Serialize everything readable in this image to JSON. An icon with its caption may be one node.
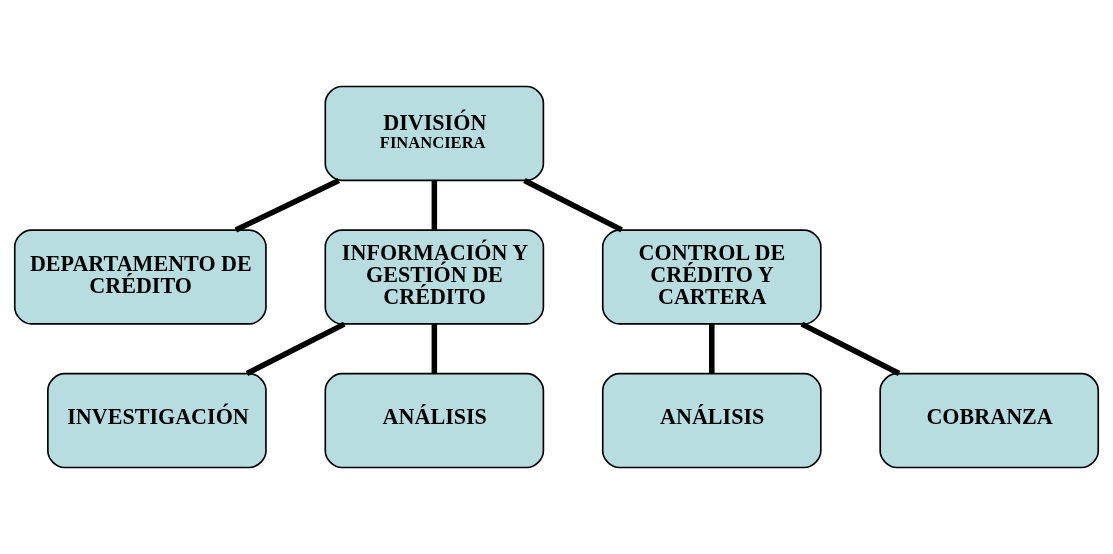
{
  "diagram": {
    "nodes": [
      {
        "text": [
          "DIVISIÓN",
          "FINANCIERA"
        ]
      },
      {
        "text": [
          "DEPARTAMENTO DE CRÉDITO"
        ]
      },
      {
        "text": [
          "INFORMACIÓN Y GESTIÓN DE CRÉDITO"
        ]
      },
      {
        "text": [
          "CONTROL DE CRÉDITO Y CARTERA"
        ]
      },
      {
        "text": [
          "INVESTIGACIÓN"
        ]
      },
      {
        "text": [
          "ANÁLISIS"
        ]
      },
      {
        "text": [
          "ANÁLISIS"
        ]
      },
      {
        "text": [
          "COBRANZA"
        ]
      }
    ],
    "edges": [
      {
        "from": 0,
        "to": 1,
        "arrow": "none"
      },
      {
        "from": 0,
        "to": 2,
        "arrow": "none"
      },
      {
        "from": 0,
        "to": 3,
        "arrow": "none"
      },
      {
        "from": 2,
        "to": 4,
        "arrow": "none"
      },
      {
        "from": 2,
        "to": 5,
        "arrow": "none"
      },
      {
        "from": 3,
        "to": 6,
        "arrow": "none"
      },
      {
        "from": 3,
        "to": 7,
        "arrow": "none"
      }
    ]
  }
}
